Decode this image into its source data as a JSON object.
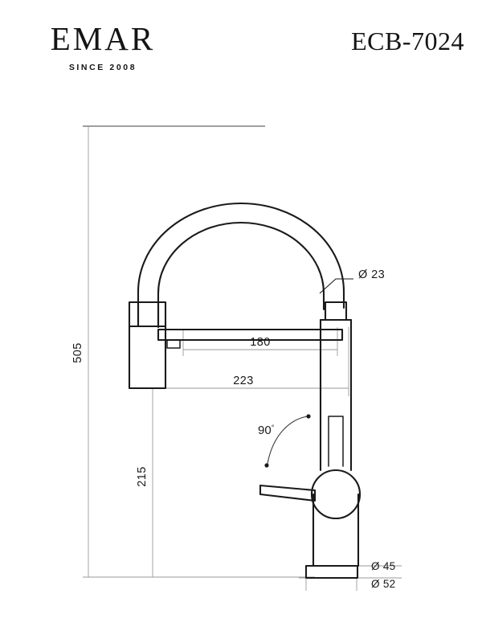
{
  "header": {
    "brand_name": "EMAR",
    "brand_tagline": "SINCE 2008",
    "model_code": "ECB-7024"
  },
  "drawing": {
    "title": "kitchen-faucet-technical-drawing",
    "dimensions": {
      "spout_diameter": "Ø 23",
      "total_height": "505",
      "spout_height": "215",
      "spout_reach_inner": "180",
      "spout_reach_outer": "223",
      "swivel_angle": "90",
      "degree_symbol": "°",
      "base_body_diameter": "Ø 45",
      "base_flange_diameter": "Ø 52"
    },
    "colors": {
      "part_stroke": "#1a1a1a",
      "dimension_stroke": "#9a9a9a",
      "background": "#ffffff"
    }
  }
}
